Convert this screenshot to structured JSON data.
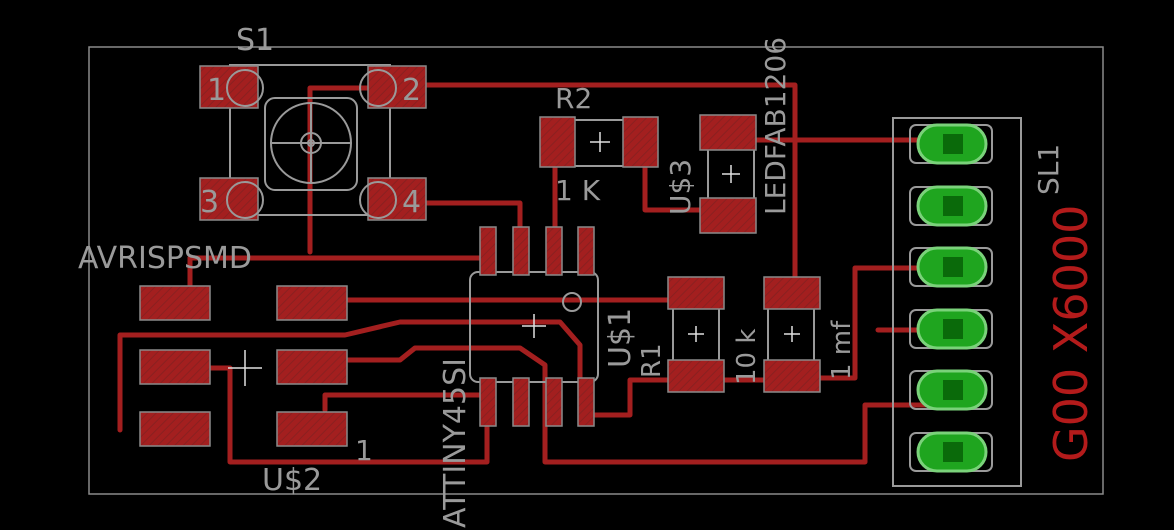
{
  "labels": {
    "s1": "S1",
    "s1_pin1": "1",
    "s1_pin2": "2",
    "s1_pin3": "3",
    "s1_pin4": "4",
    "r2": "R2",
    "r2_value": "1 K",
    "u3": "U$3",
    "led": "LEDFAB1206",
    "sl1": "SL1",
    "avr": "AVRISPSMD",
    "attiny": "ATTINY45SI",
    "u1": "U$1",
    "r1": "R1",
    "r1_value": "10 k",
    "cap_value": "1 mf",
    "u2": "U$2",
    "u2_pin": "1",
    "g00": "G00 X6000"
  },
  "colors": {
    "background": "#000000",
    "copper": "#a31f1f",
    "silkscreen": "#9a9a9a",
    "vector_text": "#b31b1b",
    "through_hole": "#1fa51f"
  }
}
